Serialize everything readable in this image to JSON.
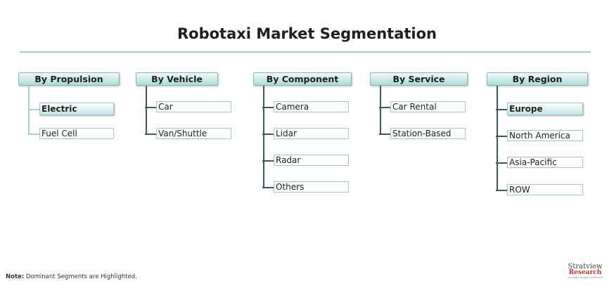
{
  "title": "Robotaxi Market Segmentation",
  "columns": [
    {
      "header": "By Propulsion",
      "items": [
        {
          "label": "Electric",
          "highlight": true
        },
        {
          "label": "Fuel Cell"
        }
      ]
    },
    {
      "header": "By Vehicle",
      "items": [
        {
          "label": "Car"
        },
        {
          "label": "Van/Shuttle"
        }
      ]
    },
    {
      "header": "By Component",
      "items": [
        {
          "label": "Camera"
        },
        {
          "label": "Lidar"
        },
        {
          "label": "Radar"
        },
        {
          "label": "Others"
        }
      ]
    },
    {
      "header": "By Service",
      "items": [
        {
          "label": "Car Rental"
        },
        {
          "label": "Station-Based"
        }
      ]
    },
    {
      "header": "By Region",
      "items": [
        {
          "label": "Europe",
          "highlight": true
        },
        {
          "label": "North America"
        },
        {
          "label": "Asia-Pacific"
        },
        {
          "label": "ROW"
        }
      ]
    }
  ],
  "note": {
    "label": "Note:",
    "text": " Dominant Segments are Highlighted."
  },
  "logo": {
    "line1": "Stratview",
    "line2": "Research",
    "line3": "Strategic Insights Delivered"
  },
  "colors": {
    "accent": "#9ccfc9",
    "line": "#3f5866"
  }
}
